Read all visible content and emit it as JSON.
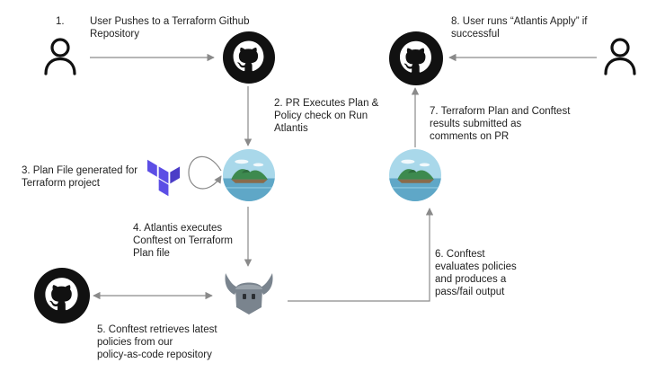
{
  "steps": {
    "s1": {
      "number": "1.",
      "lines": [
        "User Pushes to a Terraform Github",
        "Repository"
      ]
    },
    "s2": {
      "lines": [
        "2. PR Executes Plan &",
        "Policy check on Run",
        "Atlantis"
      ]
    },
    "s3": {
      "lines": [
        "3. Plan File generated for",
        "Terraform project"
      ]
    },
    "s4": {
      "lines": [
        "4. Atlantis executes",
        "Conftest on Terraform",
        "Plan file"
      ]
    },
    "s5": {
      "lines": [
        "5. Conftest retrieves latest",
        "policies from our",
        "policy-as-code repository"
      ]
    },
    "s6": {
      "lines": [
        "6. Conftest",
        "evaluates policies",
        "and produces a",
        "pass/fail output"
      ]
    },
    "s7": {
      "lines": [
        "7. Terraform Plan and Conftest",
        "results submitted as",
        "comments on PR"
      ]
    },
    "s8": {
      "lines": [
        "8.  User runs “Atlantis Apply” if",
        "successful"
      ]
    }
  },
  "icons": {
    "user_left": "user-icon",
    "user_right": "user-icon",
    "github_top": "github-icon",
    "github_right": "github-icon",
    "github_bottom": "github-icon",
    "atlantis_center": "atlantis-island-icon",
    "atlantis_right": "atlantis-island-icon",
    "terraform": "terraform-icon",
    "opa": "opa-viking-helmet-icon"
  },
  "colors": {
    "arrow": "#8a8a8a",
    "terraform": "#5c4ee5",
    "opa": "#7a848e",
    "sky": "#a9d8ea"
  }
}
